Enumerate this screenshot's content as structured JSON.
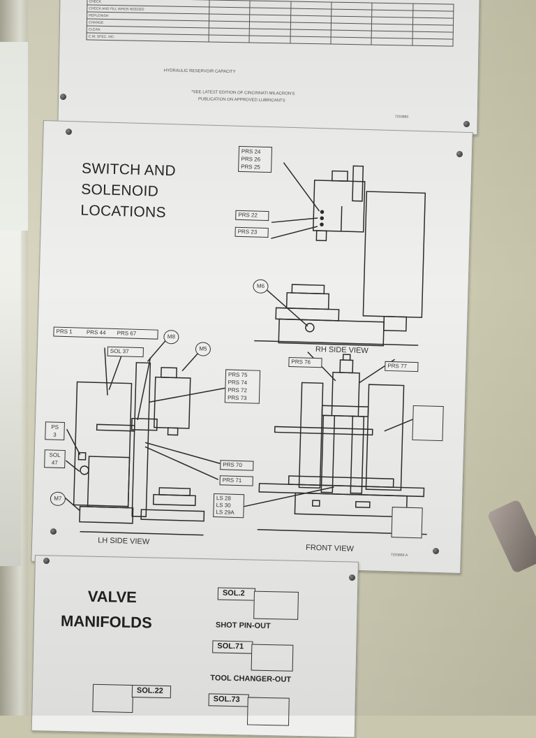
{
  "top_plate": {
    "rows": [
      "CHECK",
      "CHECK AND FILL WHEN NEEDED",
      "REPLENISH",
      "CHANGE",
      "CLEAN",
      "C.W. SPEC. NO."
    ],
    "capacity_label": "HYDRAULIC RESERVOIR CAPACITY",
    "footnote_1": "*SEE LATEST EDITION OF CINCINNATI MILACRON'S",
    "footnote_2": "PUBLICATION ON APPROVED LUBRICANTS",
    "code": "7253860"
  },
  "switch_plate": {
    "title_1": "SWITCH AND",
    "title_2": "SOLENOID",
    "title_3": "LOCATIONS",
    "rh": {
      "labels": [
        "PRS 24",
        "PRS 26",
        "PRS 25"
      ],
      "prs22": "PRS 22",
      "prs23": "PRS 23",
      "m6": "M6",
      "caption": "RH SIDE VIEW"
    },
    "lh": {
      "prs1": "PRS 1",
      "prs44": "PRS 44",
      "prs67": "PRS 67",
      "sol37": "SOL 37",
      "m8": "M8",
      "m5": "M5",
      "prs_group": [
        "PRS 75",
        "PRS 74",
        "PRS 72",
        "PRS 73"
      ],
      "ps3_a": "PS",
      "ps3_b": "3",
      "sol47_a": "SOL",
      "sol47_b": "47",
      "prs70": "PRS 70",
      "prs71": "PRS 71",
      "m7": "M7",
      "caption": "LH SIDE VIEW"
    },
    "front": {
      "prs76": "PRS 76",
      "prs77": "PRS 77",
      "ls_group": [
        "LS 28",
        "LS 30",
        "LS 29A"
      ],
      "caption": "FRONT VIEW"
    },
    "code": "7253860-A"
  },
  "valve_plate": {
    "title_1": "VALVE",
    "title_2": "MANIFOLDS",
    "sol2": "SOL.2",
    "cap2": "SHOT PIN-OUT",
    "sol71": "SOL.71",
    "cap71": "TOOL CHANGER-OUT",
    "sol22": "SOL.22",
    "sol73": "SOL.73"
  }
}
